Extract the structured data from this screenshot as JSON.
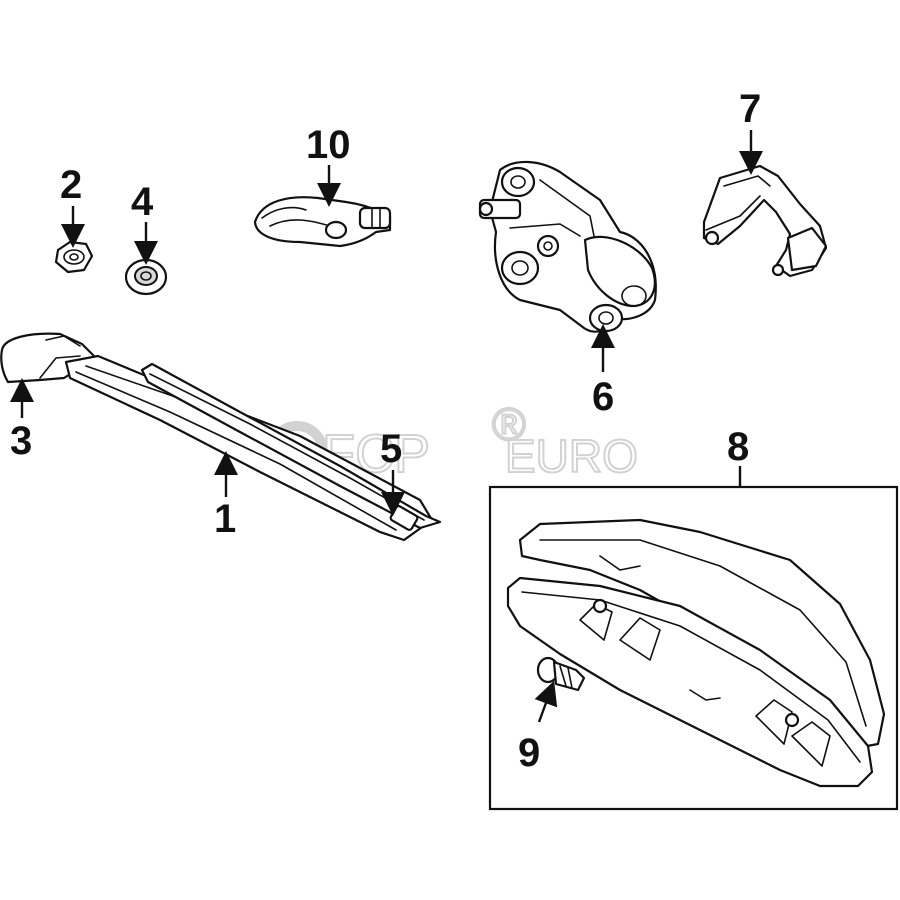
{
  "callouts": {
    "c1": "1",
    "c2": "2",
    "c3": "3",
    "c4": "4",
    "c5": "5",
    "c6": "6",
    "c7": "7",
    "c8": "8",
    "c9": "9",
    "c10": "10"
  },
  "watermark": {
    "brand": "FCP",
    "suffix": "EURO",
    "registered": "®"
  },
  "colors": {
    "ink": "#111111",
    "watermark": "#d2d2d2",
    "background": "#ffffff"
  }
}
